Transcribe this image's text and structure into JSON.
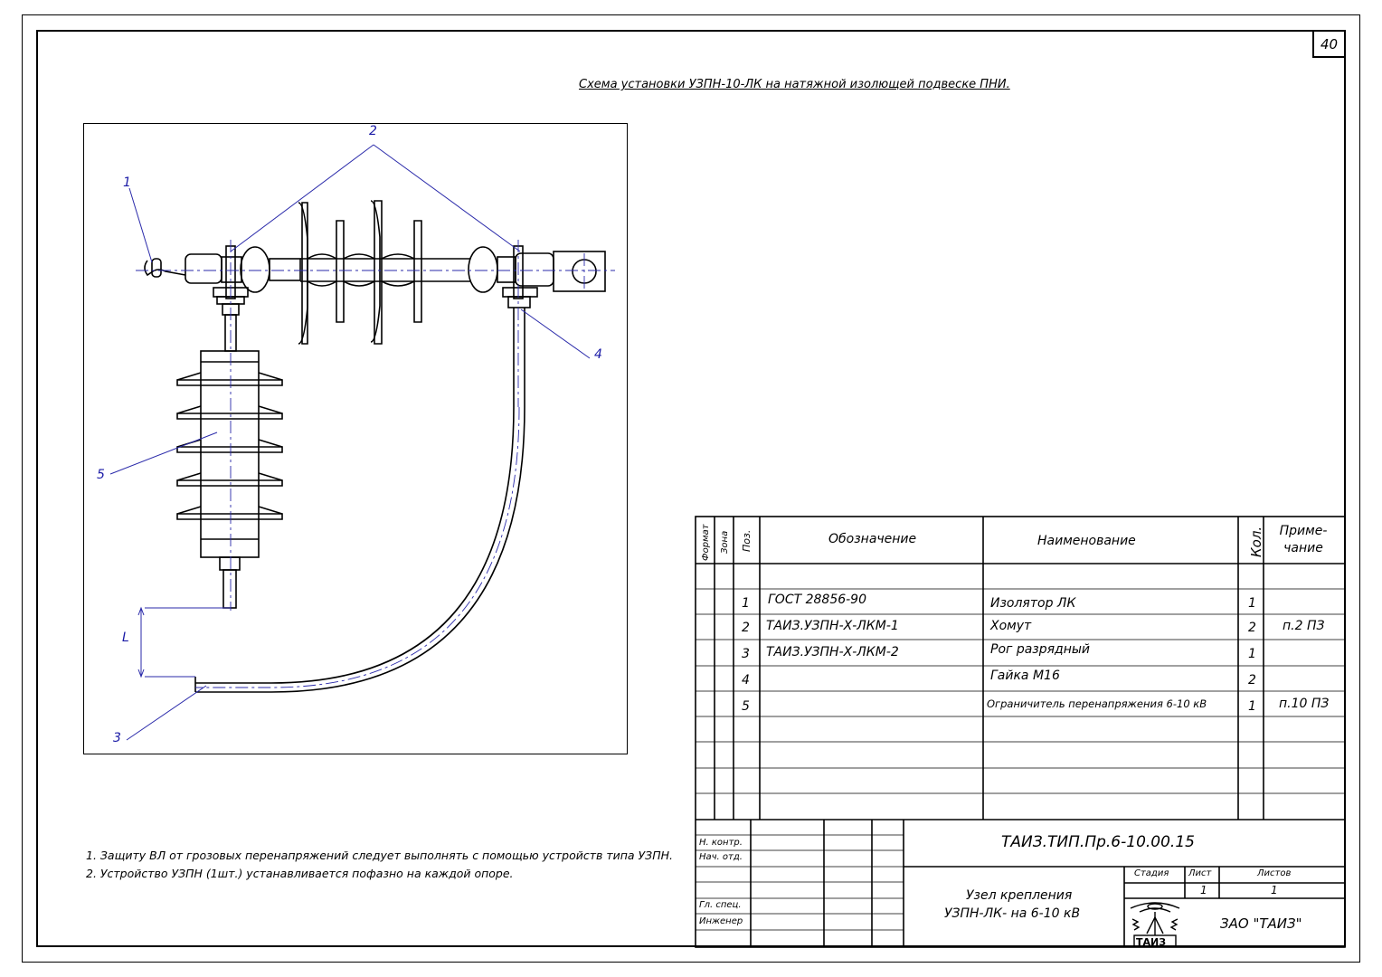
{
  "page_number": "40",
  "title": "Схема установки УЗПН-10-ЛК на натяжной изолющей подвеске ПНИ.",
  "callouts": {
    "c1": "1",
    "c2": "2",
    "c3": "3",
    "c4": "4",
    "c5": "5",
    "dim": "L"
  },
  "notes": [
    "1. Защиту ВЛ от грозовых перенапряжений следует выполнять с помощью устройств типа УЗПН.",
    "2. Устройство УЗПН (1шт.) устанавливается пофазно на каждой опоре."
  ],
  "spec": {
    "headers": {
      "format": "Формат",
      "zone": "Зона",
      "pos": "Поз.",
      "designation": "Обозначение",
      "name": "Наименование",
      "qty": "Кол.",
      "note": "Приме- чание"
    },
    "rows": [
      {
        "pos": "1",
        "designation": "ГОСТ 28856-90",
        "name": "Изолятор ЛК",
        "qty": "1",
        "note": ""
      },
      {
        "pos": "2",
        "designation": "ТАИЗ.УЗПН-Х-ЛКМ-1",
        "name": "Хомут",
        "qty": "2",
        "note": "п.2 ПЗ"
      },
      {
        "pos": "3",
        "designation": "ТАИЗ.УЗПН-Х-ЛКМ-2",
        "name": "Рог разрядный",
        "qty": "1",
        "note": ""
      },
      {
        "pos": "4",
        "designation": "",
        "name": "Гайка М16",
        "qty": "2",
        "note": ""
      },
      {
        "pos": "5",
        "designation": "",
        "name": "Ограничитель перенапряжения 6-10 кВ",
        "qty": "1",
        "note": "п.10 ПЗ"
      }
    ]
  },
  "stamp": {
    "doc_code": "ТАИЗ.ТИП.Пр.6-10.00.15",
    "roles": {
      "n_kontr": "Н. контр.",
      "nach_otd": "Нач. отд.",
      "gl_spec": "Гл. спец.",
      "inzhener": "Инженер"
    },
    "title_line1": "Узел крепления",
    "title_line2": "УЗПН-ЛК- на 6-10 кВ",
    "stage_label": "Стадия",
    "sheet_label": "Лист",
    "sheets_label": "Листов",
    "sheet_value": "1",
    "sheets_value": "1",
    "company": "ЗАО \"ТАИЗ\"",
    "logo_text": "ТАИЗ"
  }
}
